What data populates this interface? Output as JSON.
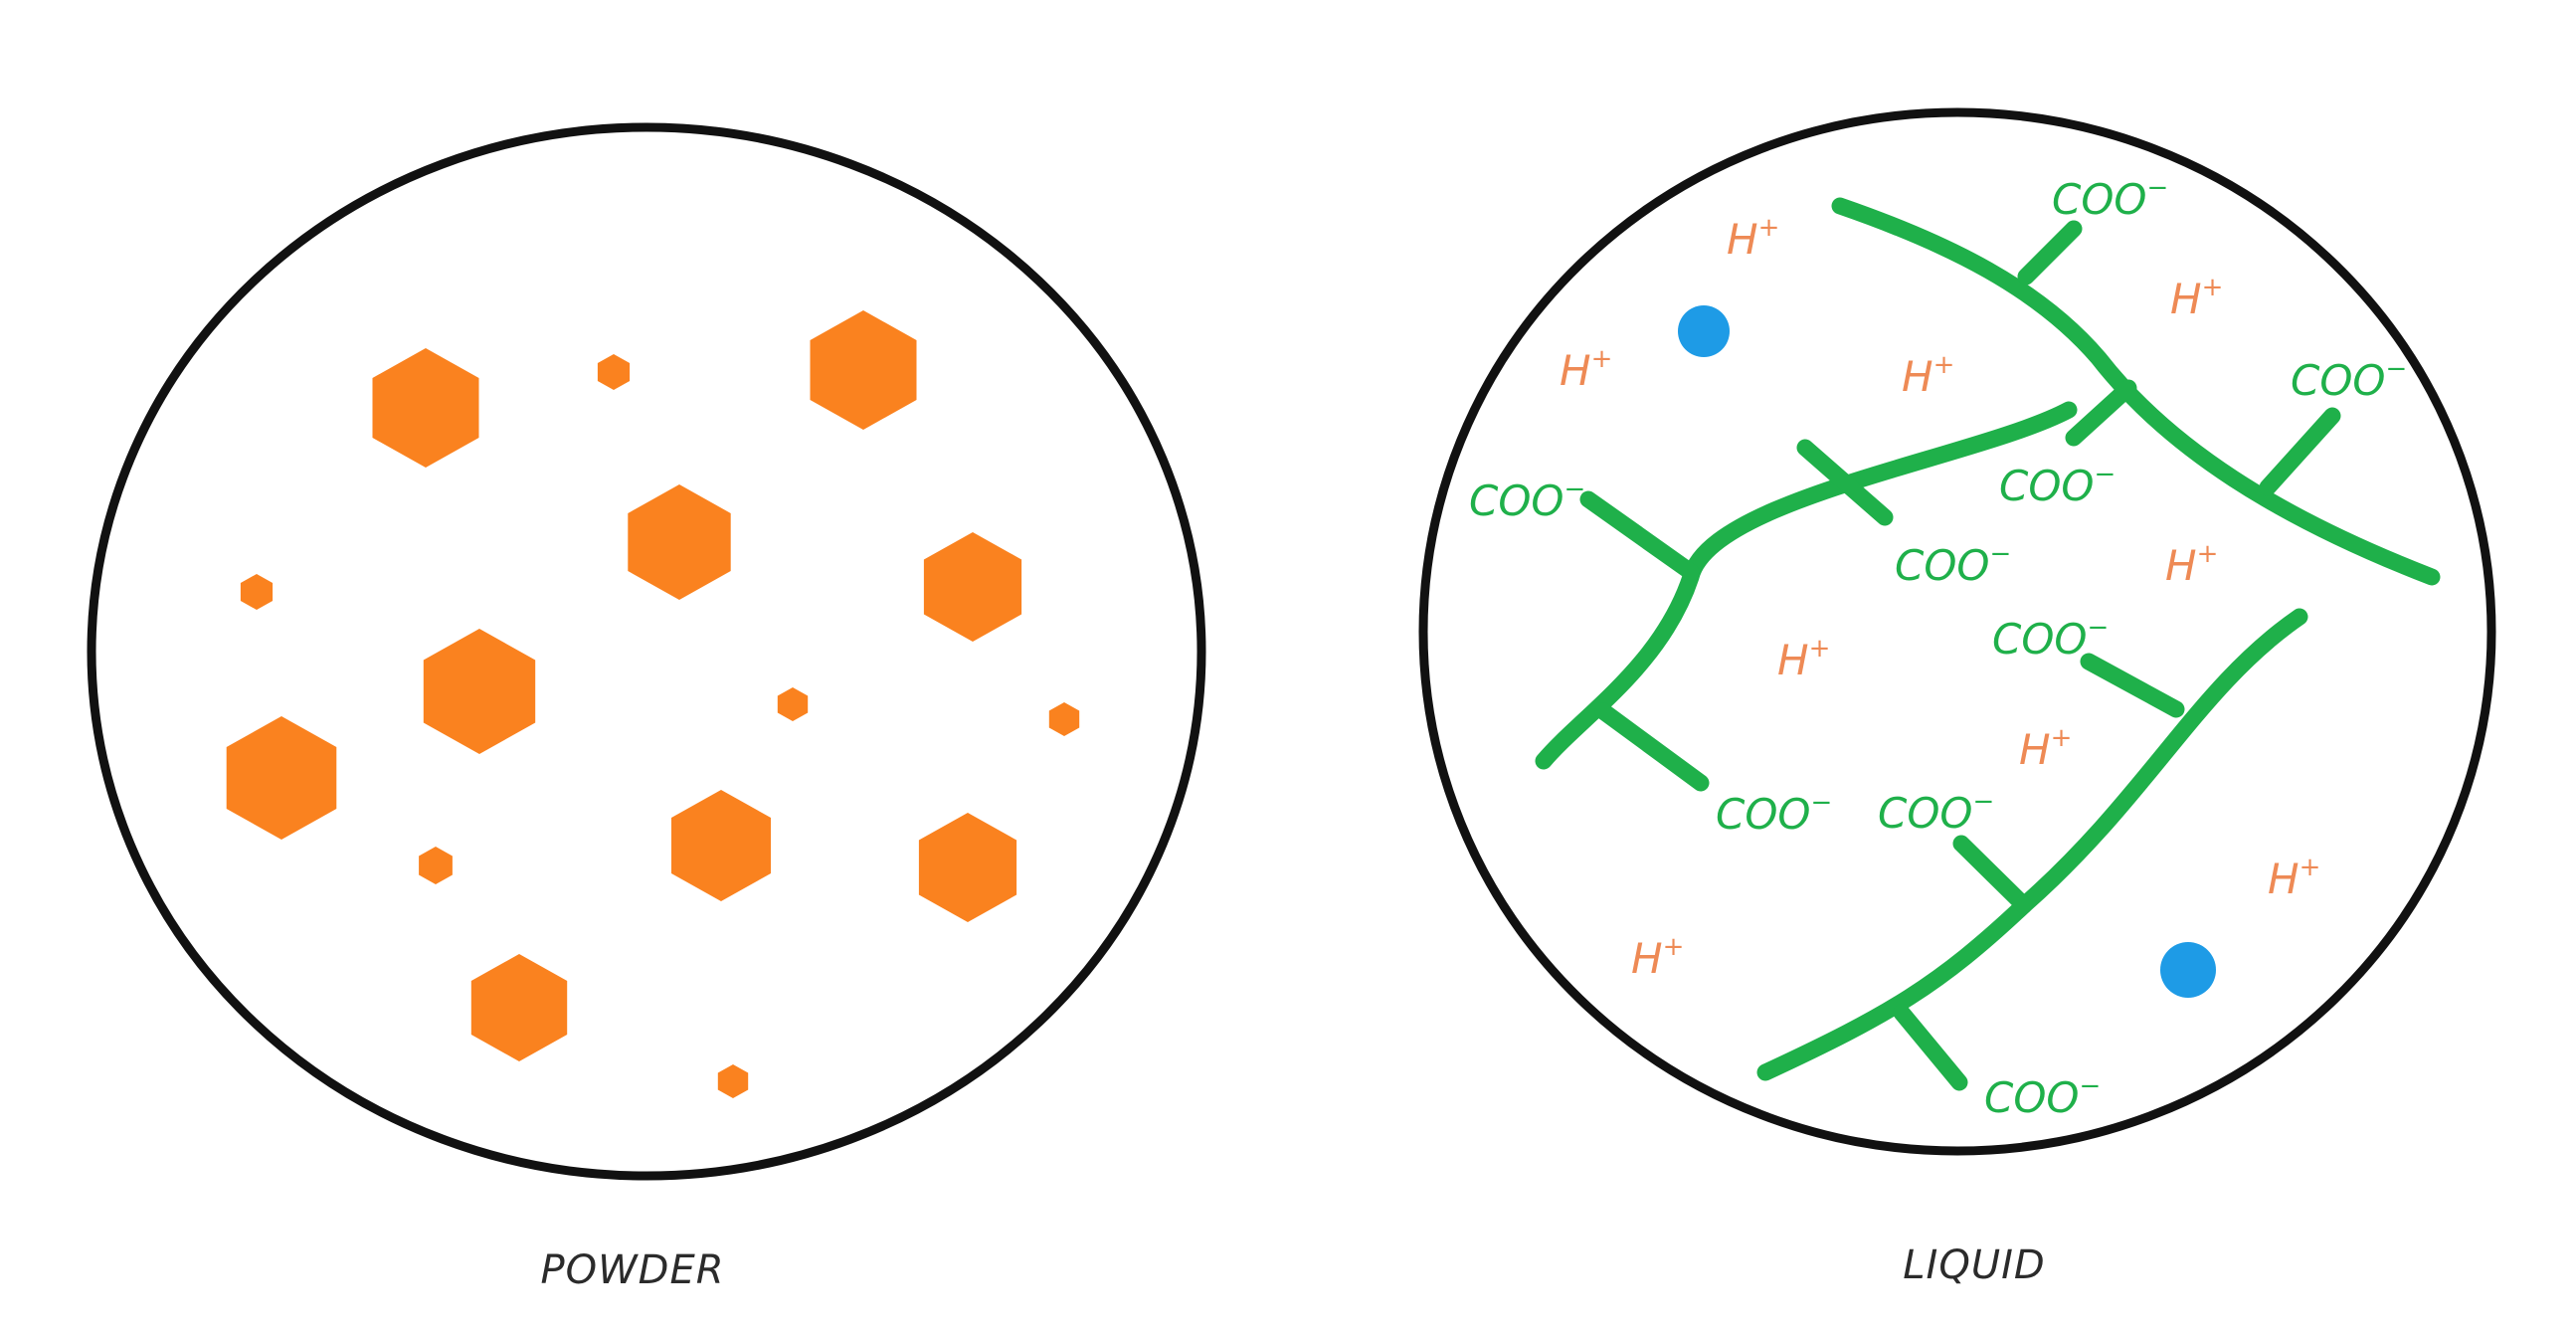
{
  "colors": {
    "outline": "#111111",
    "crystal": "#fa821f",
    "polymer": "#1fb04a",
    "proton": "#ee8a55",
    "particle": "#1e9be6",
    "background": "#ffffff"
  },
  "panels": {
    "powder": {
      "caption": "POWDER"
    },
    "liquid": {
      "caption": "LIQUID",
      "carboxylate_label": "COO",
      "carboxylate_charge": "−",
      "proton_label": "H",
      "proton_charge": "+"
    }
  }
}
